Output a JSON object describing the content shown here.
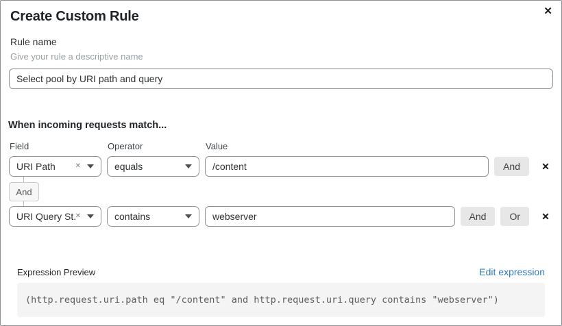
{
  "dialog": {
    "title": "Create Custom Rule"
  },
  "icons": {
    "close": "✕",
    "delete_row": "✕",
    "clear_selection": "✕"
  },
  "rule_name": {
    "label": "Rule name",
    "helper": "Give your rule a descriptive name",
    "value": "Select pool by URI path and query"
  },
  "match": {
    "heading": "When incoming requests match...",
    "columns": {
      "field": "Field",
      "operator": "Operator",
      "value": "Value"
    },
    "connector": "And",
    "rows": [
      {
        "field": "URI Path",
        "operator": "equals",
        "value": "/content",
        "and_label": "And"
      },
      {
        "field": "URI Query St...",
        "operator": "contains",
        "value": "webserver",
        "and_label": "And",
        "or_label": "Or"
      }
    ]
  },
  "expression": {
    "label": "Expression Preview",
    "edit_link": "Edit expression",
    "code": "(http.request.uri.path eq \"/content\" and http.request.uri.query contains \"webserver\")"
  },
  "colors": {
    "link_blue": "#2f7bbf",
    "button_gray": "#e7e7e8",
    "code_background": "#f4f4f4",
    "input_border": "#8e9296"
  }
}
